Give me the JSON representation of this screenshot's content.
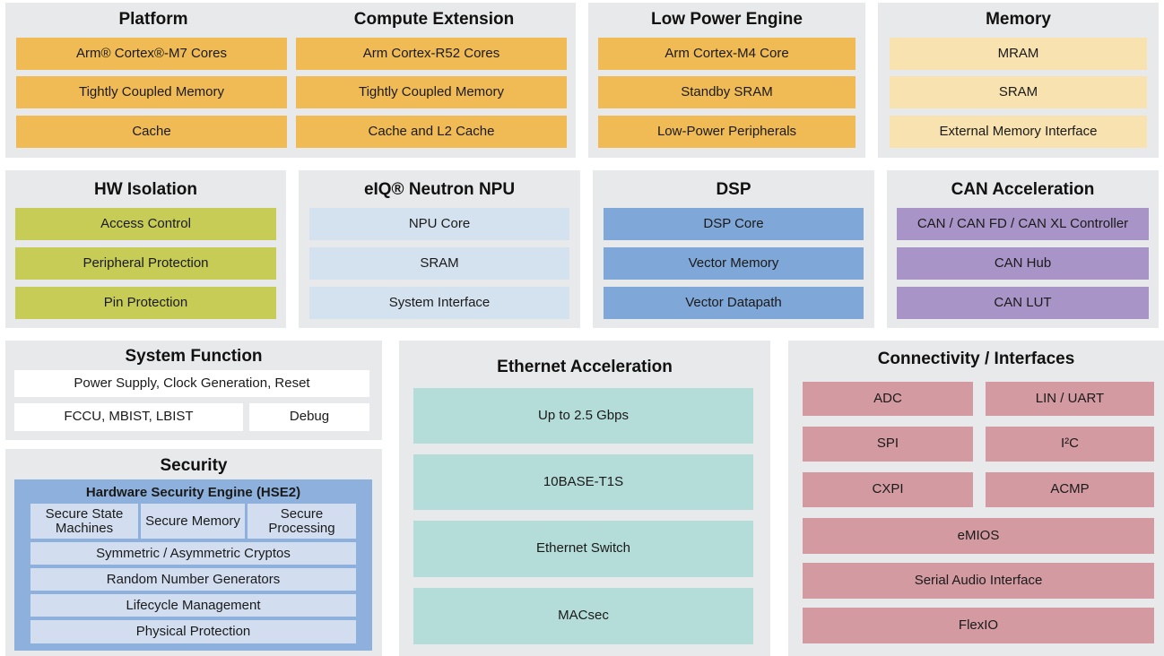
{
  "platform": {
    "title": "Platform",
    "items": [
      "Arm® Cortex®-M7 Cores",
      "Tightly Coupled Memory",
      "Cache"
    ]
  },
  "compute": {
    "title": "Compute Extension",
    "items": [
      "Arm Cortex-R52 Cores",
      "Tightly Coupled Memory",
      "Cache and L2 Cache"
    ]
  },
  "lowpower": {
    "title": "Low Power Engine",
    "items": [
      "Arm Cortex-M4 Core",
      "Standby SRAM",
      "Low-Power Peripherals"
    ]
  },
  "memory": {
    "title": "Memory",
    "items": [
      "MRAM",
      "SRAM",
      "External Memory Interface"
    ]
  },
  "hwisolation": {
    "title": "HW Isolation",
    "items": [
      "Access Control",
      "Peripheral Protection",
      "Pin Protection"
    ]
  },
  "npu": {
    "title": "eIQ® Neutron NPU",
    "items": [
      "NPU Core",
      "SRAM",
      "System Interface"
    ]
  },
  "dsp": {
    "title": "DSP",
    "items": [
      "DSP Core",
      "Vector Memory",
      "Vector Datapath"
    ]
  },
  "can": {
    "title": "CAN Acceleration",
    "items": [
      "CAN / CAN FD / CAN XL Controller",
      "CAN Hub",
      "CAN LUT"
    ]
  },
  "sysfunc": {
    "title": "System Function",
    "items": [
      "Power Supply, Clock Generation, Reset",
      "FCCU, MBIST, LBIST",
      "Debug"
    ]
  },
  "security": {
    "title": "Security",
    "hse_title": "Hardware Security Engine (HSE2)",
    "top_items": [
      "Secure State Machines",
      "Secure Memory",
      "Secure Processing"
    ],
    "items": [
      "Symmetric / Asymmetric Cryptos",
      "Random Number Generators",
      "Lifecycle Management",
      "Physical Protection"
    ]
  },
  "ethernet": {
    "title": "Ethernet Acceleration",
    "items": [
      "Up to 2.5 Gbps",
      "10BASE-T1S",
      "Ethernet Switch",
      "MACsec"
    ]
  },
  "connectivity": {
    "title": "Connectivity / Interfaces",
    "grid": [
      "ADC",
      "LIN / UART",
      "SPI",
      "I²C",
      "CXPI",
      "ACMP"
    ],
    "items": [
      "eMIOS",
      "Serial Audio Interface",
      "FlexIO"
    ]
  },
  "colors": {
    "panel_bg": "#e8e9ea",
    "orange": "#f0bb55",
    "light_orange": "#f8e2b0",
    "green": "#c7cc56",
    "light_blue": "#d4e1ee",
    "medium_blue": "#7fa7d8",
    "purple": "#a994c8",
    "teal": "#b4dcd9",
    "pink": "#d39aa1",
    "hse_blue": "#8db0dc"
  }
}
